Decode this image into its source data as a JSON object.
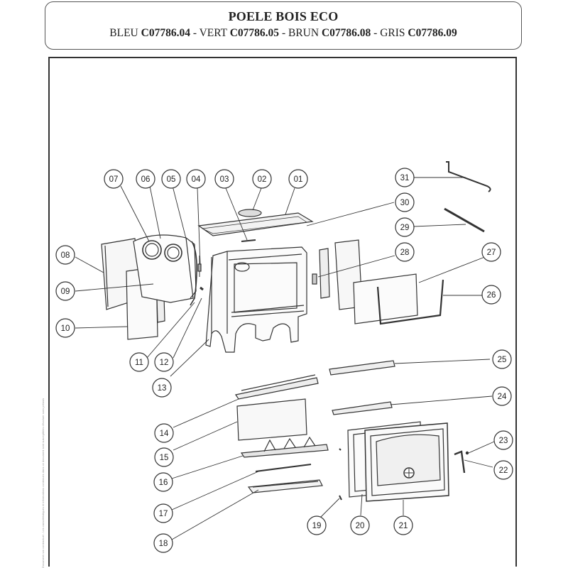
{
  "header": {
    "title": "POELE BOIS ECO",
    "variants": [
      {
        "color": "BLEU",
        "code": "C07786.04"
      },
      {
        "color": "VERT",
        "code": "C07786.05"
      },
      {
        "color": "BRUN",
        "code": "C07786.08"
      },
      {
        "color": "GRIS",
        "code": "C07786.09"
      }
    ],
    "separator": " - "
  },
  "side_note": "Document non contractuel - Les caractéristiques et informations contenues dans ce document sont susceptibles d'évoluer sans préavis",
  "parts": [
    "01",
    "02",
    "03",
    "04",
    "05",
    "06",
    "07",
    "08",
    "09",
    "10",
    "11",
    "12",
    "13",
    "14",
    "15",
    "16",
    "17",
    "18",
    "19",
    "20",
    "21",
    "22",
    "23",
    "24",
    "25",
    "26",
    "27",
    "28",
    "29",
    "30",
    "31"
  ]
}
